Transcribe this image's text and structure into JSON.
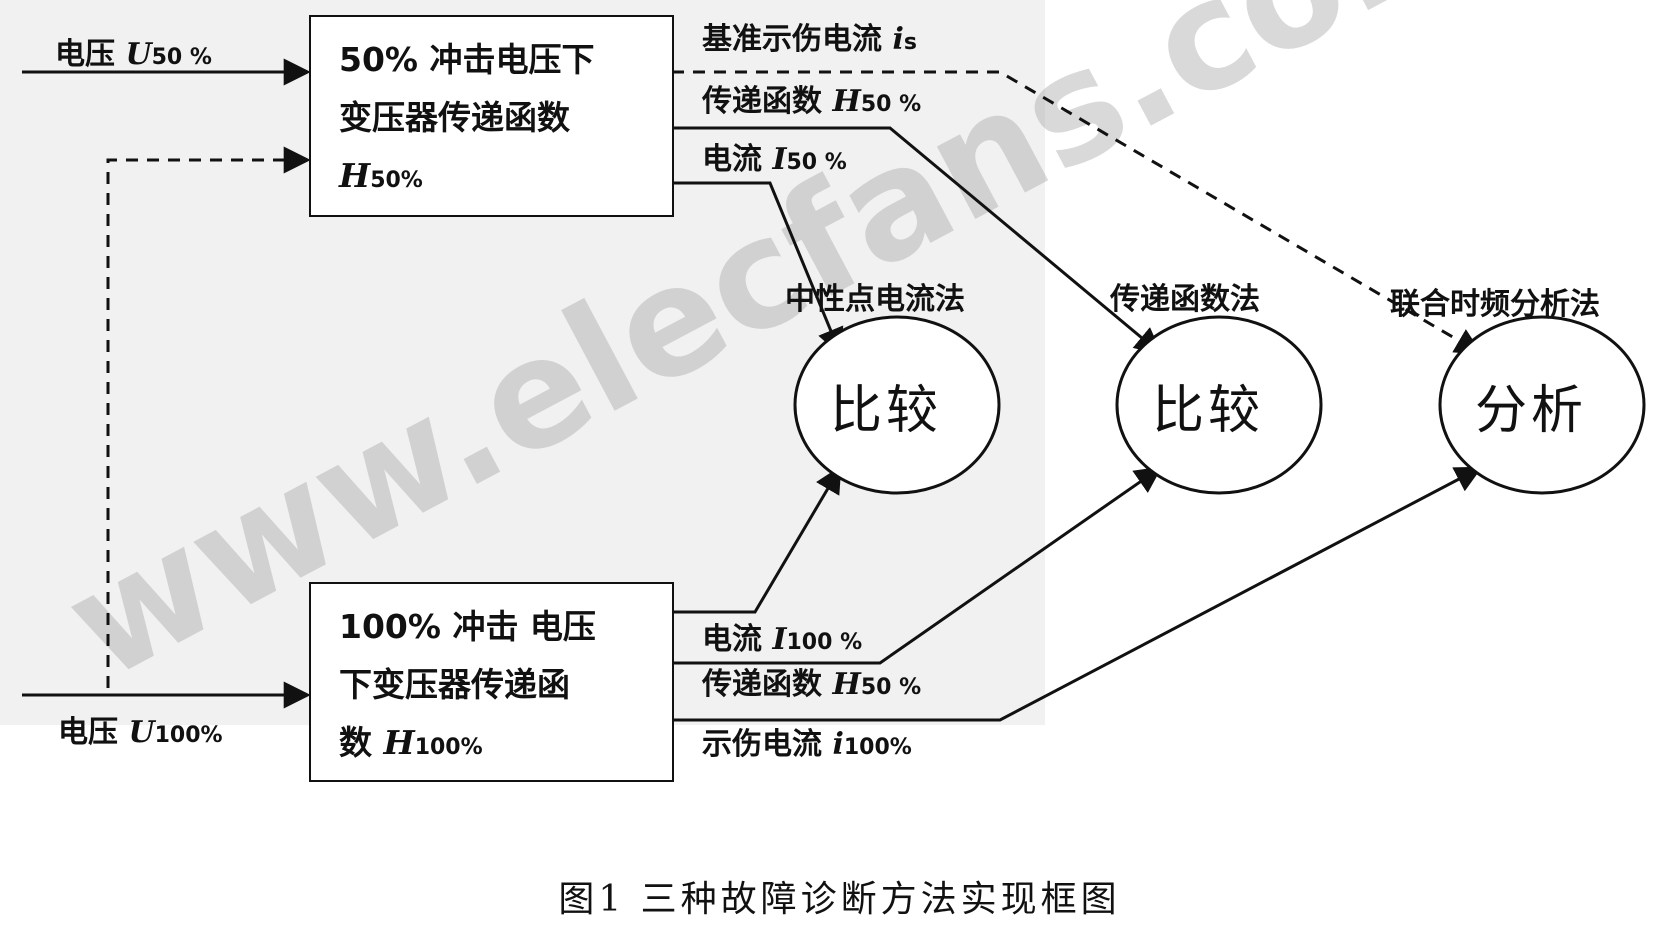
{
  "watermark": "www.elecfans.com",
  "inputs": {
    "u50": {
      "text": "电压 ",
      "sym": "U",
      "sub": "50 %"
    },
    "u100": {
      "text": "电压 ",
      "sym": "U",
      "sub": "100%"
    }
  },
  "box50": {
    "line1": "50% 冲击电压下",
    "line2": "变压器传递函数",
    "sym": "H",
    "sub": "50%"
  },
  "box100": {
    "line1": "100% 冲击 电压",
    "line2": "下变压器传递函",
    "line3": "数 ",
    "sym": "H",
    "sub": "100%"
  },
  "outputs50": {
    "ref_current": {
      "text": "基准示伤电流 ",
      "sym": "i",
      "sub": "s"
    },
    "transfer": {
      "text": "传递函数 ",
      "sym": "H",
      "sub": "50 %"
    },
    "current": {
      "text": "电流 ",
      "sym": "I",
      "sub": "50 %"
    }
  },
  "outputs100": {
    "current": {
      "text": "电流 ",
      "sym": "I",
      "sub": "100 %"
    },
    "transfer": {
      "text": "传递函数 ",
      "sym": "H",
      "sub": "50 %"
    },
    "fault_current": {
      "text": "示伤电流 ",
      "sym": "i",
      "sub": "100%"
    }
  },
  "methods": {
    "neutral": "中性点电流法",
    "transfer": "传递函数法",
    "timefreq": "联合时频分析法"
  },
  "nodes": {
    "compare1": "比较",
    "compare2": "比较",
    "analyze": "分析"
  },
  "caption": "图1   三种故障诊断方法实现框图"
}
